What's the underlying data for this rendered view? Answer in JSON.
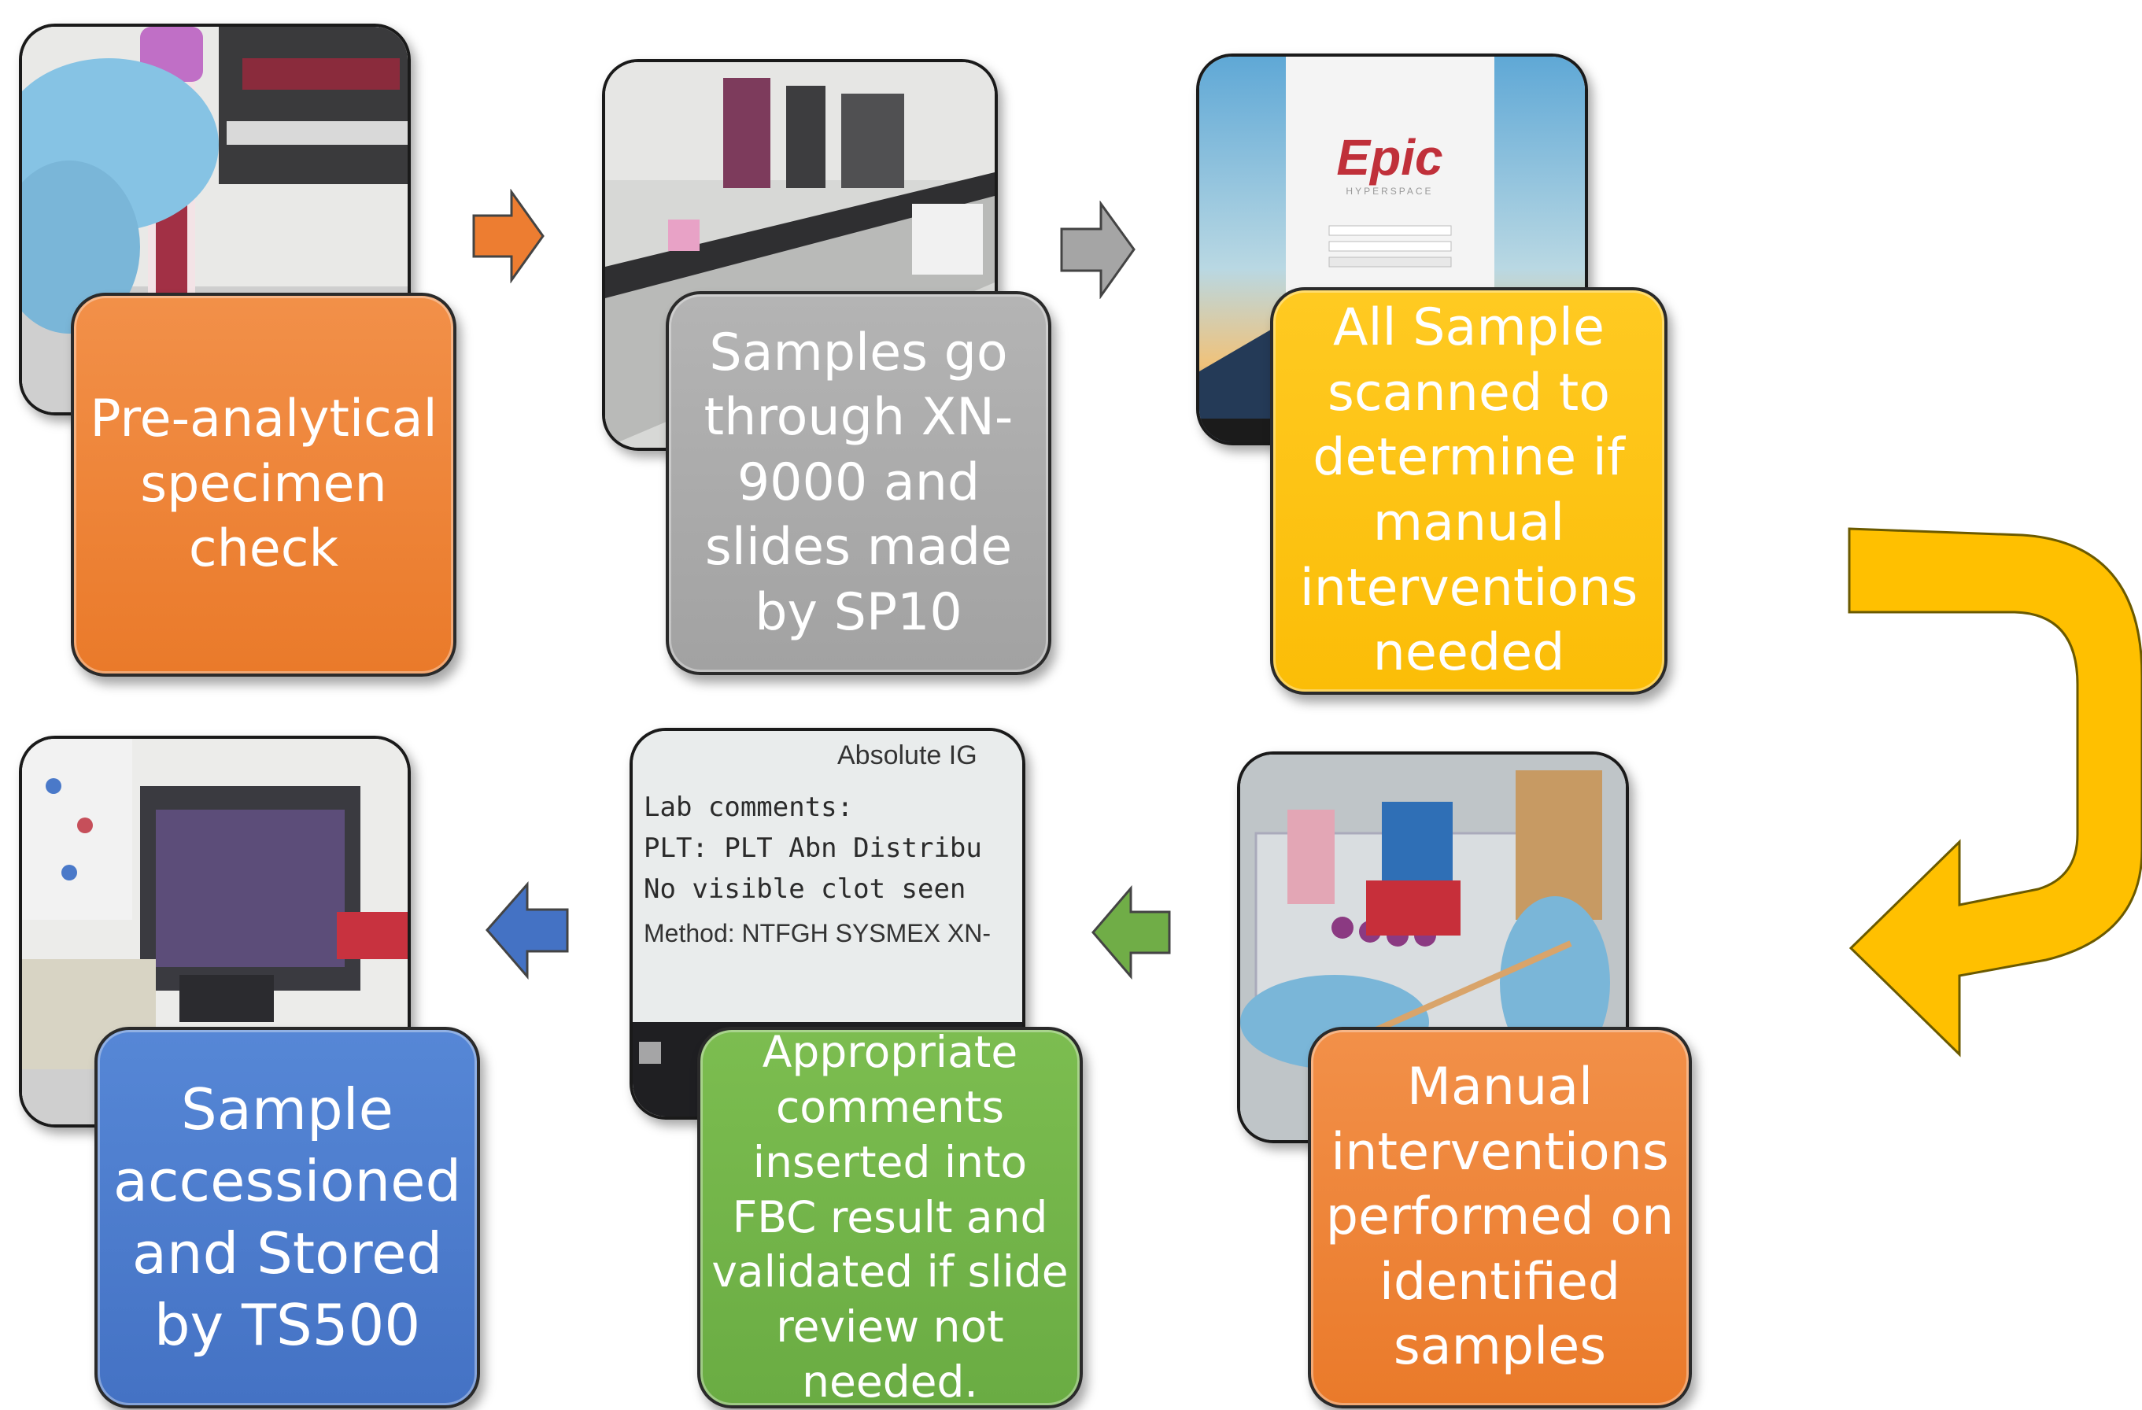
{
  "steps": [
    {
      "id": "step1",
      "text": "Pre-analytical specimen check",
      "color": "#ED7D31"
    },
    {
      "id": "step2",
      "text": "Samples go through XN-9000 and slides made by SP10",
      "color": "#A5A5A5"
    },
    {
      "id": "step3",
      "text": "All Sample scanned  to determine if manual interventions needed",
      "color": "#FFC000"
    },
    {
      "id": "step4",
      "text": "Manual interventions performed on identified samples",
      "color": "#ED7D31"
    },
    {
      "id": "step5",
      "text": "Appropriate comments inserted into FBC result and validated if slide review not needed.",
      "color": "#70AD47"
    },
    {
      "id": "step6",
      "text": "Sample accessioned and Stored by TS500",
      "color": "#4472C4"
    }
  ],
  "screens": {
    "epic": {
      "logo": "Epic",
      "tagline": "HYPERSPACE"
    },
    "comments": {
      "header": "Absolute IG",
      "lines": [
        "Lab comments:",
        "PLT: PLT Abn Distribu",
        "No visible clot seen",
        "Method: NTFGH SYSMEX XN-"
      ]
    }
  },
  "arrows": {
    "orange": "#ED7D31",
    "gray": "#A5A5A5",
    "yellow": "#FFC000",
    "green": "#70AD47",
    "blue": "#4472C4"
  }
}
